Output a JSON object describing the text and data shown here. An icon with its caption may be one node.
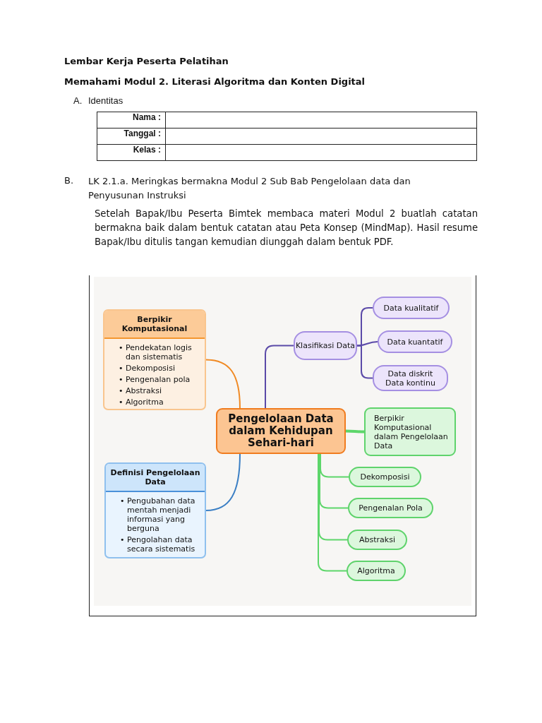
{
  "diagram": {
    "title": "Lembar Kerja Peserta Pelatihan",
    "nodes": [
      {
        "text": [
          "Pengelolaan Data dalam Kehidupan Sehari-hari"
        ]
      },
      {
        "text": [
          "Berpikir Komputasional",
          "• Pendekatan logis dan sistematis",
          "• Dekomposisi",
          "• Pengenalan pola",
          "• Abstraksi",
          "• Algoritma"
        ]
      },
      {
        "text": [
          "Definisi Pengelolaan Data",
          "• Pengubahan data mentah menjadi informasi yang berguna",
          "• Pengolahan data secara sistematis"
        ]
      },
      {
        "text": [
          "Klasifikasi Data"
        ]
      },
      {
        "text": [
          "Data kualitatif"
        ]
      },
      {
        "text": [
          "Data kuantatif"
        ]
      },
      {
        "text": [
          "Data diskrit",
          "Data kontinu"
        ]
      },
      {
        "text": [
          "Berpikir Komputasional dalam Pengelolaan Data"
        ]
      },
      {
        "text": [
          "Dekomposisi"
        ]
      },
      {
        "text": [
          "Pengenalan Pola"
        ]
      },
      {
        "text": [
          "Abstraksi"
        ]
      },
      {
        "text": [
          "Algoritma"
        ]
      }
    ],
    "edges": [
      {
        "from": 0,
        "to": 1,
        "arrow": "none",
        "color": "#f08a24"
      },
      {
        "from": 0,
        "to": 2,
        "arrow": "none",
        "color": "#3b7fc4"
      },
      {
        "from": 0,
        "to": 3,
        "arrow": "none",
        "color": "#5b4aa8"
      },
      {
        "from": 3,
        "to": 4,
        "arrow": "none",
        "color": "#5b4aa8"
      },
      {
        "from": 3,
        "to": 5,
        "arrow": "none",
        "color": "#5b4aa8"
      },
      {
        "from": 3,
        "to": 6,
        "arrow": "none",
        "color": "#5b4aa8"
      },
      {
        "from": 0,
        "to": 7,
        "arrow": "none",
        "style": "thick"
      },
      {
        "from": 0,
        "to": 8,
        "arrow": "none"
      },
      {
        "from": 0,
        "to": 9,
        "arrow": "none"
      },
      {
        "from": 0,
        "to": 10,
        "arrow": "none"
      },
      {
        "from": 0,
        "to": 11,
        "arrow": "none"
      }
    ],
    "labels": [
      "Memahami Modul 2. Literasi Algoritma dan Konten Digital",
      "A.",
      "Identitas",
      "Nama :",
      "Tanggal :",
      "Kelas :",
      "B.",
      "LK 2.1.a. Meringkas bermakna Modul 2 Sub Bab Pengelolaan data dan Penyusunan Instruksi",
      "Setelah Bapak/Ibu Peserta Bimtek membaca materi Modul 2 buatlah catatan bermakna baik dalam bentuk catatan atau Peta Konsep (MindMap). Hasil resume Bapak/Ibu ditulis tangan kemudian diunggah dalam bentuk PDF."
    ]
  }
}
